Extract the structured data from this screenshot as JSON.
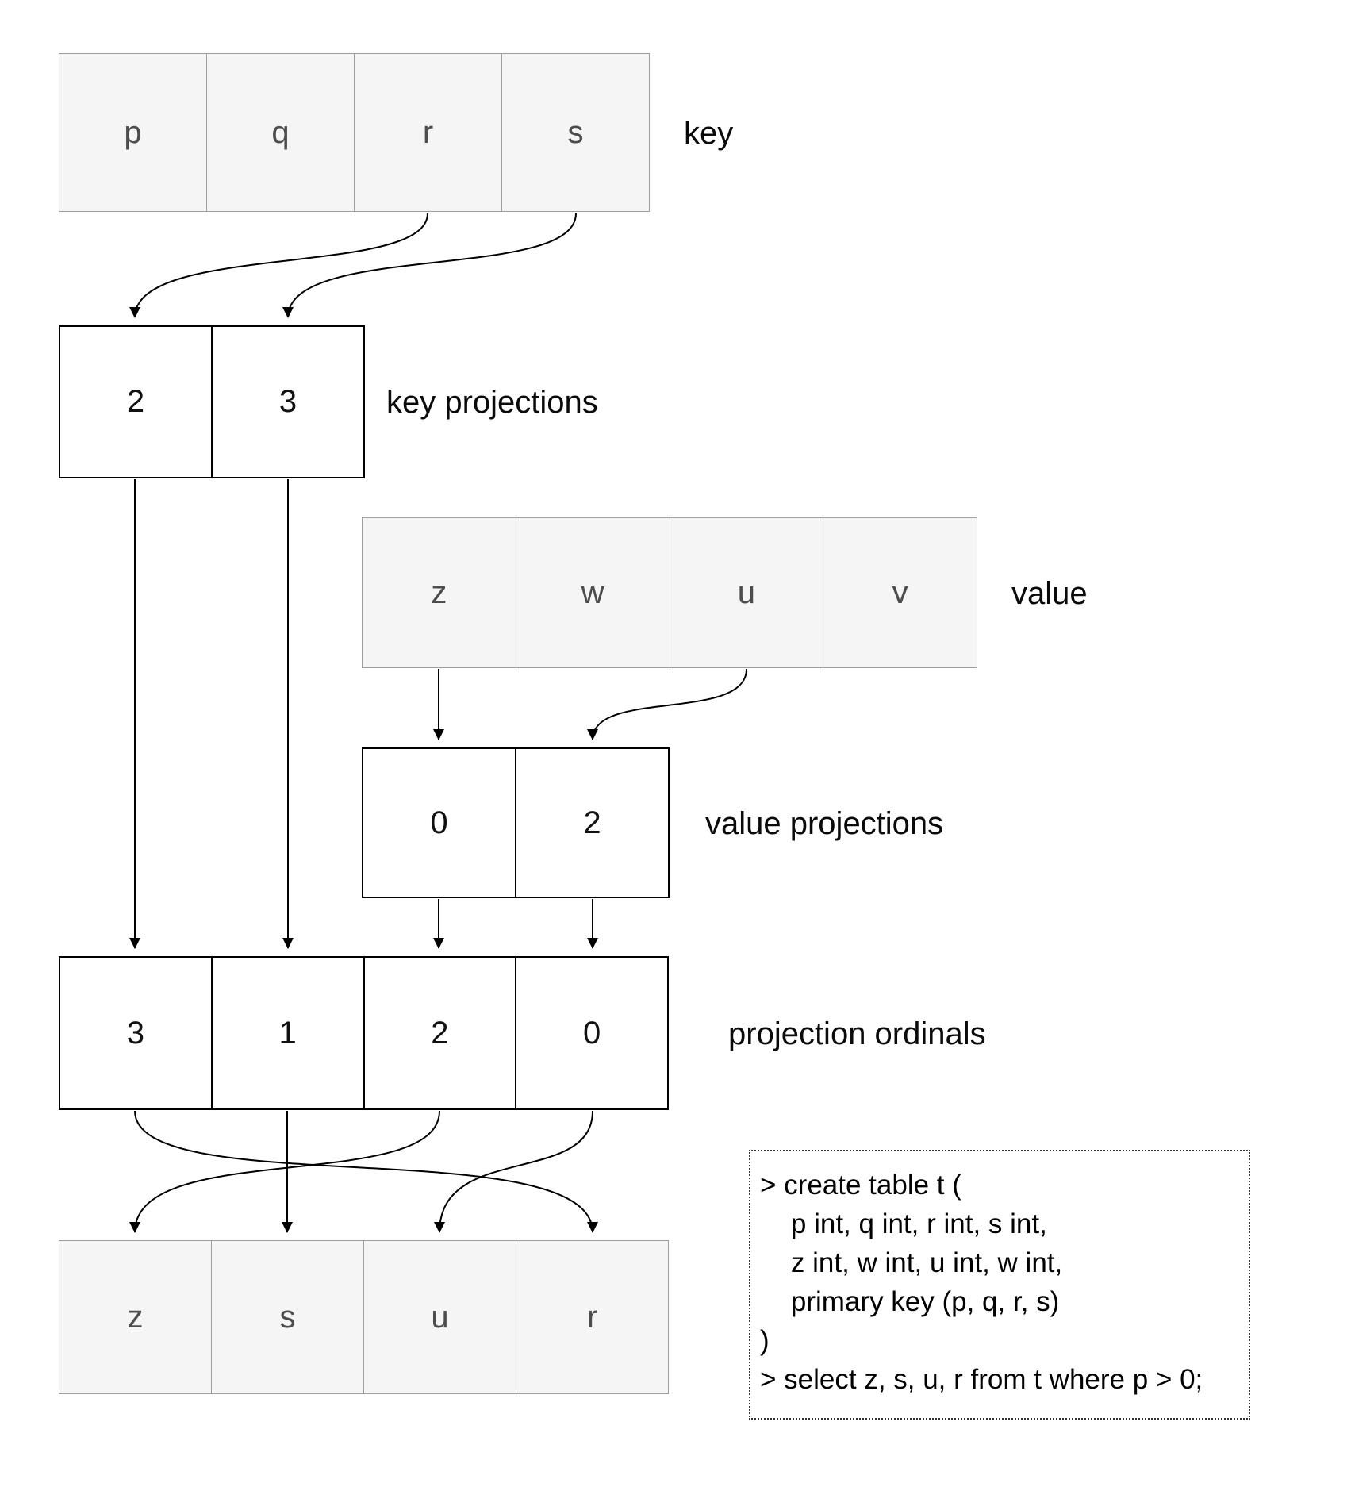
{
  "diagram": {
    "key": {
      "label": "key",
      "cells": [
        "p",
        "q",
        "r",
        "s"
      ]
    },
    "key_projections": {
      "label": "key projections",
      "cells": [
        "2",
        "3"
      ]
    },
    "value": {
      "label": "value",
      "cells": [
        "z",
        "w",
        "u",
        "v"
      ]
    },
    "value_projections": {
      "label": "value projections",
      "cells": [
        "0",
        "2"
      ]
    },
    "projection_ordinals": {
      "label": "projection ordinals",
      "cells": [
        "3",
        "1",
        "2",
        "0"
      ]
    },
    "result": {
      "cells": [
        "z",
        "s",
        "u",
        "r"
      ]
    }
  },
  "code": {
    "lines": [
      "> create table t (",
      "    p int, q int, r int, s int,",
      "    z int, w int, u int, w int,",
      "    primary key (p, q, r, s)",
      ")",
      "> select z, s, u, r from t where p > 0;"
    ]
  },
  "colors": {
    "cell_fill_gray": "#f5f5f5",
    "cell_border_gray": "#9e9e9e",
    "cell_fill_white": "#ffffff",
    "cell_border_black": "#000000",
    "arrow": "#000000"
  }
}
